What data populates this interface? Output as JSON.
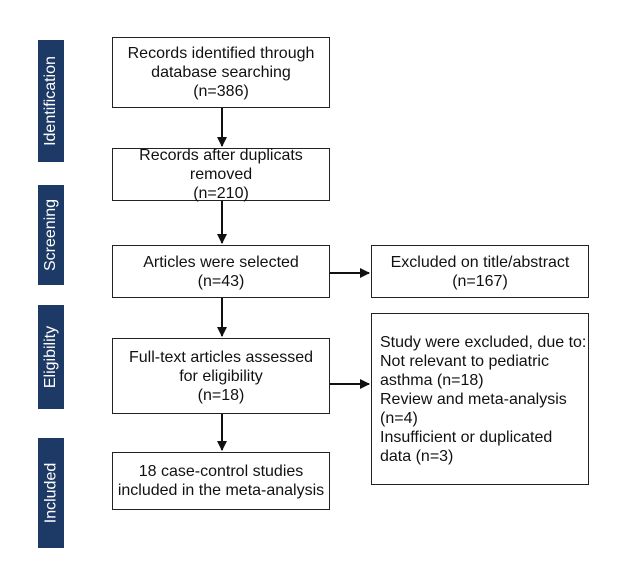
{
  "stages": {
    "identification": "Identification",
    "screening": "Screening",
    "eligibility": "Eligibility",
    "included": "Included"
  },
  "boxes": {
    "identified": [
      "Records identified through",
      "database searching",
      "(n=386)"
    ],
    "deduplicated": [
      "Records after duplicats removed",
      "(n=210)"
    ],
    "selected": [
      "Articles were selected",
      "(n=43)"
    ],
    "excluded_title": [
      "Excluded on title/abstract",
      "(n=167)"
    ],
    "fulltext": [
      "Full-text articles assessed",
      "for eligibility",
      "(n=18)"
    ],
    "excluded_reasons": [
      "Study were excluded, due to:",
      "Not relevant to pediatric",
      "asthma (n=18)",
      "Review and meta-analysis",
      "(n=4)",
      "Insufficient or duplicated",
      "data (n=3)"
    ],
    "included": [
      "18 case-control studies",
      "included in the meta-analysis"
    ]
  }
}
